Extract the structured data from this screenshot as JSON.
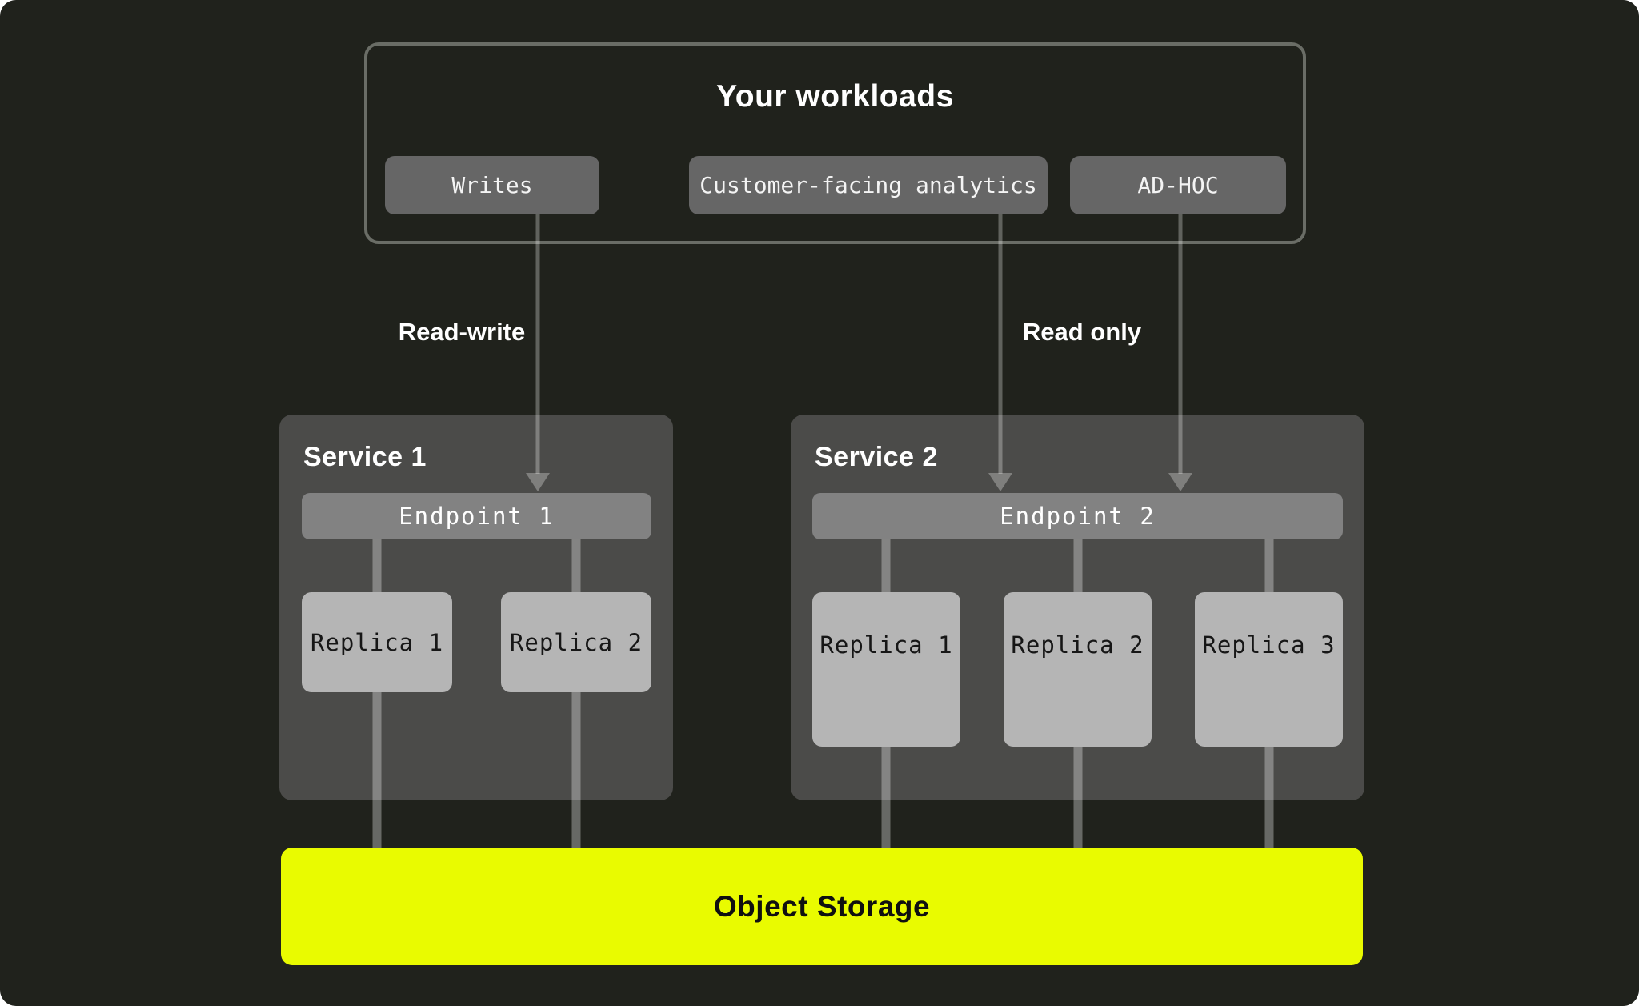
{
  "workloads": {
    "title": "Your workloads",
    "items": [
      {
        "label": "Writes"
      },
      {
        "label": "Customer-facing analytics"
      },
      {
        "label": "AD-HOC"
      }
    ]
  },
  "edges": {
    "read_write": "Read-write",
    "read_only": "Read only"
  },
  "services": [
    {
      "title": "Service 1",
      "endpoint": "Endpoint 1",
      "replicas": [
        "Replica 1",
        "Replica 2"
      ]
    },
    {
      "title": "Service 2",
      "endpoint": "Endpoint 2",
      "replicas": [
        "Replica 1",
        "Replica 2",
        "Replica 3"
      ]
    }
  ],
  "storage": {
    "label": "Object Storage"
  },
  "colors": {
    "background": "#20221c",
    "workloads_border": "#6a6d66",
    "chip_fill": "#666666",
    "service_fill": "#4b4b49",
    "endpoint_fill": "#828282",
    "replica_fill": "#b5b5b5",
    "storage_accent": "#e9fb00",
    "text_light": "#ffffff",
    "text_dark": "#161616"
  }
}
